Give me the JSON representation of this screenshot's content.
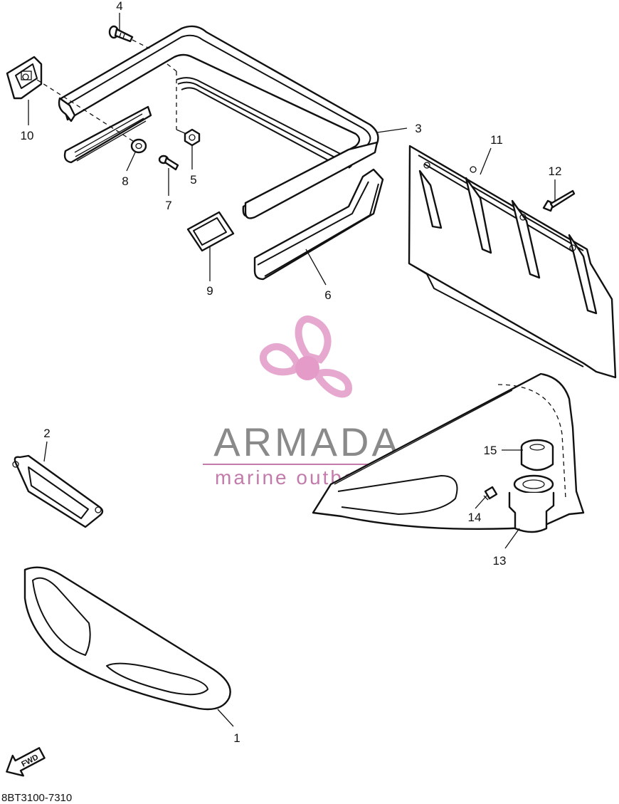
{
  "diagram_code": "8BT3100-7310",
  "watermark": {
    "name": "ARMADA",
    "tagline": "marine outboards",
    "accent_color": "#e7a8cf",
    "hub_color": "#e59bc7",
    "text_color": "#8a8a8a",
    "tagline_color": "#c27bab"
  },
  "direction_marker": {
    "label": "FWD",
    "icon": "arrow-left-icon"
  },
  "callouts": {
    "c1": "1",
    "c2": "2",
    "c3": "3",
    "c4": "4",
    "c5": "5",
    "c6": "6",
    "c7": "7",
    "c8": "8",
    "c9": "9",
    "c10": "10",
    "c11": "11",
    "c12": "12",
    "c13": "13",
    "c14": "14",
    "c15": "15"
  }
}
